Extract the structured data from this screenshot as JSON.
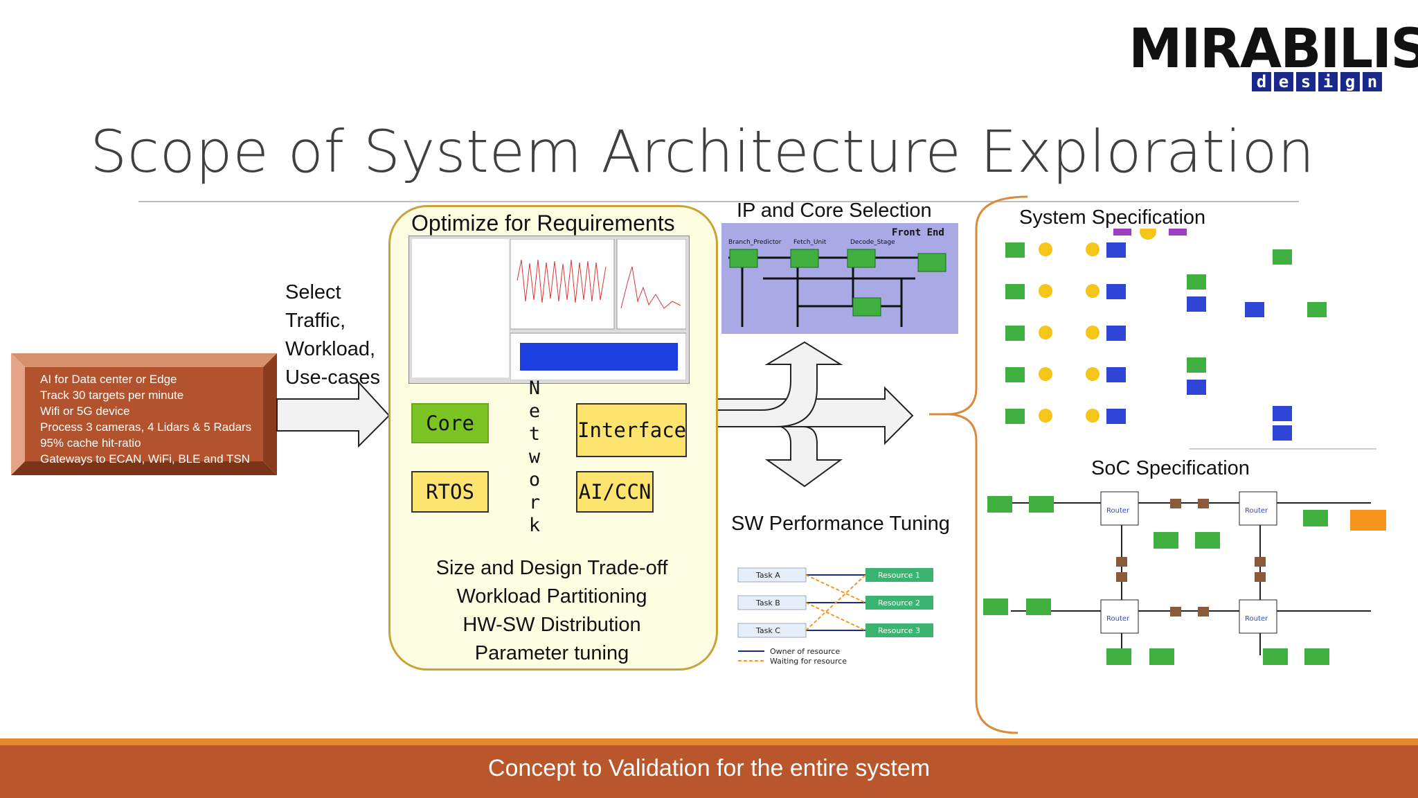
{
  "title": "Scope of System Architecture Exploration",
  "logo": {
    "main": "MIRABILIS",
    "sub_letters": [
      "d",
      "e",
      "s",
      "i",
      "g",
      "n"
    ]
  },
  "input_box": {
    "lines": [
      "AI for Data center or Edge",
      "Track 30 targets  per minute",
      "Wifi or 5G device",
      "Process 3 cameras, 4 Lidars & 5 Radars",
      "95% cache hit-ratio",
      "Gateways to ECAN, WiFi, BLE and TSN"
    ]
  },
  "select_text": {
    "line1": "Select",
    "line2": "Traffic,",
    "line3": "Workload,",
    "line4": "Use-cases"
  },
  "optimize": {
    "title": "Optimize for Requirements",
    "core": "Core",
    "rtos": "RTOS",
    "interface": "Interface",
    "aiccn": "AI/CCN",
    "network_letters": [
      "N",
      "e",
      "t",
      "w",
      "o",
      "r",
      "k"
    ],
    "bottom": {
      "line1": "Size and Design Trade-off",
      "line2": "Workload Partitioning",
      "line3": "HW-SW Distribution",
      "line4": "Parameter tuning"
    }
  },
  "ip_core": {
    "label": "IP and Core Selection",
    "front_end": "Front End",
    "blocks": [
      "Branch_Predictor",
      "Fetch_Unit",
      "Decode_Stage"
    ]
  },
  "sw_tuning": {
    "label": "SW Performance Tuning",
    "tasks": [
      "Task A",
      "Task B",
      "Task C"
    ],
    "resources": [
      "Resource 1",
      "Resource 2",
      "Resource 3"
    ],
    "legend_owner": "Owner of resource",
    "legend_waiting": "Waiting for resource"
  },
  "system_spec": {
    "label": "System Specification"
  },
  "soc_spec": {
    "label": "SoC Specification",
    "router": "Router"
  },
  "footer": "Concept to Validation for the entire system",
  "colors": {
    "footer_bg": "#b9562b",
    "footer_line": "#e48a2a",
    "brick": "#b2532d",
    "core_green": "#7cc424",
    "box_yellow": "#fde46f",
    "network_orange": "#f7941d",
    "bracket": "#d98a3a",
    "opt_bg": "#fdfde2",
    "opt_border": "#c8a33a"
  }
}
